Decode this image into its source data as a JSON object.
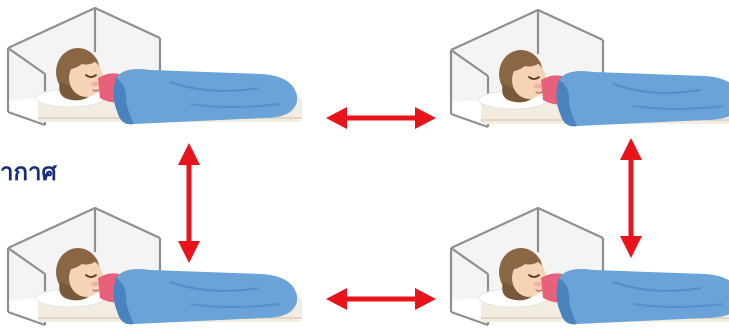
{
  "diagram": {
    "side_label": "ากาศ",
    "nodes": [
      {
        "name": "sleeper-top-left",
        "icon": "person-sleeping-in-tent-icon"
      },
      {
        "name": "sleeper-top-right",
        "icon": "person-sleeping-in-tent-icon"
      },
      {
        "name": "sleeper-bottom-left",
        "icon": "person-sleeping-in-tent-icon"
      },
      {
        "name": "sleeper-bottom-right",
        "icon": "person-sleeping-in-tent-icon"
      }
    ],
    "connectors": [
      {
        "name": "arrow-top-horizontal",
        "direction": "horizontal",
        "icon": "double-headed-arrow-icon"
      },
      {
        "name": "arrow-bottom-horizontal",
        "direction": "horizontal",
        "icon": "double-headed-arrow-icon"
      },
      {
        "name": "arrow-left-vertical",
        "direction": "vertical",
        "icon": "double-headed-arrow-icon"
      },
      {
        "name": "arrow-right-vertical",
        "direction": "vertical",
        "icon": "double-headed-arrow-icon"
      }
    ],
    "colors": {
      "arrow": "#e8141c",
      "blanket": "#6aa3d8",
      "blanket_dark": "#4a84bf",
      "hair": "#8a6644",
      "skin": "#f6d3b4",
      "shirt": "#e8617a",
      "mattress": "#f3ece0",
      "tent_line": "#8f8f8f",
      "tent_fill": "#ebebeb",
      "label": "#1b2c7a"
    }
  }
}
